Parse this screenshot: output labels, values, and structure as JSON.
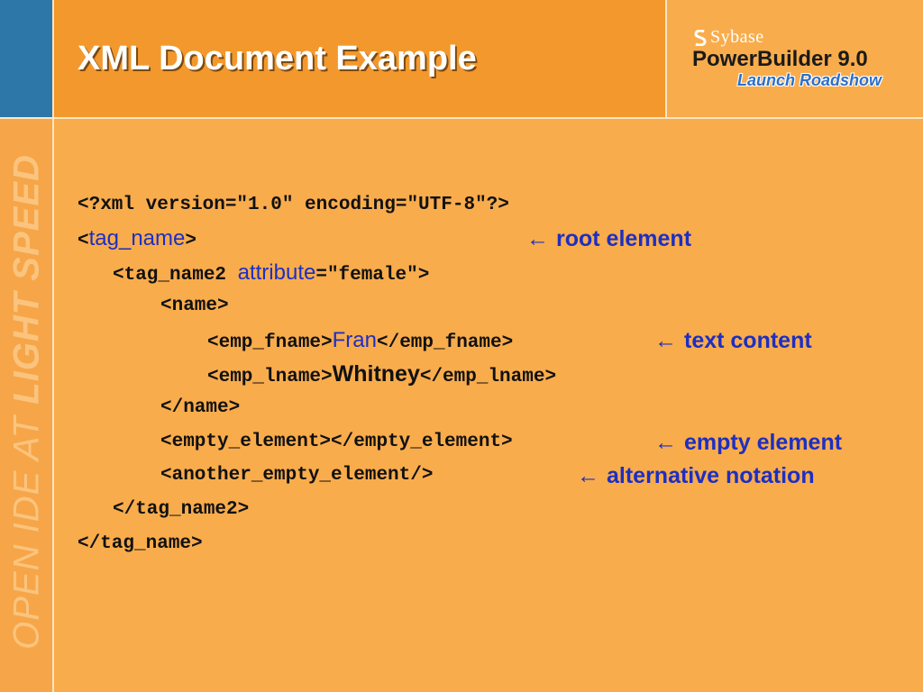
{
  "slide": {
    "title": "XML Document Example",
    "side_text_a": "OPEN IDE AT",
    "side_text_b": "LIGHT SPEED"
  },
  "logo": {
    "brand": "Sybase",
    "product": "PowerBuilder 9.0",
    "event": "Launch Roadshow"
  },
  "code": {
    "l1": "<?xml version=\"1.0\" encoding=\"UTF-8\"?>",
    "l2_open": "<",
    "l2_tag": "tag_name",
    "l2_close": ">",
    "l3_pre": "<tag_name2 ",
    "l3_attr": "attribute",
    "l3_post": "=\"female\">",
    "l4": "<name>",
    "l5_pre": "<emp_fname>",
    "l5_val": "Fran",
    "l5_post": "</emp_fname>",
    "l6_pre": "<emp_lname>",
    "l6_val": "Whitney",
    "l6_post": "</emp_lname>",
    "l7": "</name>",
    "l8": "<empty_element></empty_element>",
    "l9": "<another_empty_element/>",
    "l10": "</tag_name2>",
    "l11": "</tag_name>"
  },
  "notes": {
    "arrow": "←",
    "root": "root element",
    "text": "text content",
    "empty": "empty element",
    "alt": "alternative notation"
  },
  "colors": {
    "background": "#f9ac4c",
    "title_bar": "#f3982c",
    "blue_block": "#2d77a8",
    "annotation": "#1d2fc2"
  }
}
